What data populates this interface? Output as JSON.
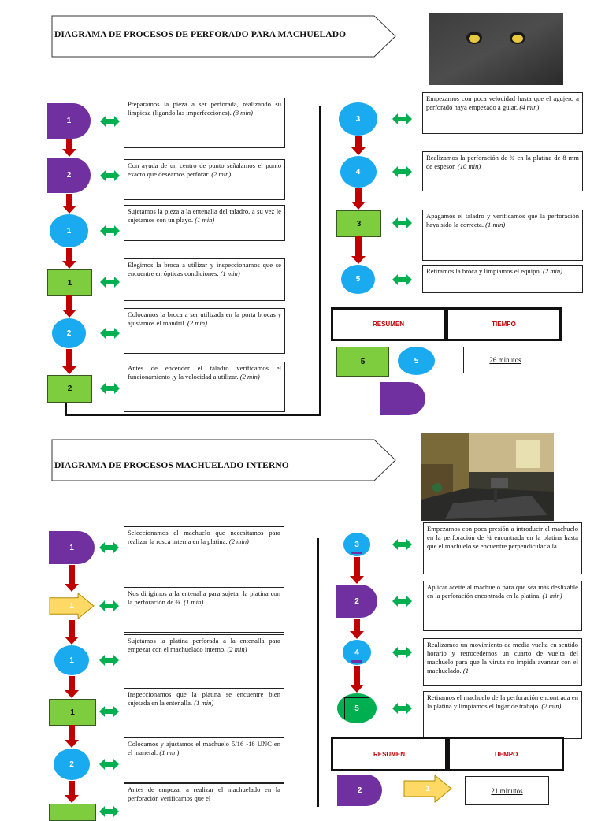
{
  "colors": {
    "delay": "#7030a0",
    "operation": "#1aaaf0",
    "inspection": "#7dcd3f",
    "transport": "#ffd966",
    "arrow_down": "#c00000",
    "arrow_double": "#00b050",
    "summary_label": "#c00000"
  },
  "section1": {
    "title": "DIAGRAMA DE PROCESOS DE PERFORADO PARA MACHUELADO",
    "left_steps": [
      {
        "symbol": "delay",
        "num": "1",
        "text": "Preparamos la pieza a ser perforada, realizando su limpieza (ligando las imperfecciones).",
        "time": "(3 min)"
      },
      {
        "symbol": "delay",
        "num": "2",
        "text": "Con ayuda de un centro de punto señalamos el punto exacto que deseamos perforar.",
        "time": "(2 min)"
      },
      {
        "symbol": "operation",
        "num": "1",
        "text": "Sujetamos la pieza a la entenalla del taladro, a su vez le sujetamos con un playo.",
        "time": "(1 min)"
      },
      {
        "symbol": "inspection",
        "num": "1",
        "text": "Elegimos la broca a utilizar y inspeccionamos que se encuentre en ópticas condiciones.",
        "time": "(1 min)"
      },
      {
        "symbol": "operation",
        "num": "2",
        "text": "Colocamos la broca a ser utilizada en la porta brocas y ajustamos el mandril.",
        "time": "(2 min)"
      },
      {
        "symbol": "inspection",
        "num": "2",
        "text": "Antes de encender el taladro verificamos el funcionamiento ,y la velocidad a utilizar.",
        "time": "(2 min)"
      }
    ],
    "right_steps": [
      {
        "symbol": "operation",
        "num": "3",
        "text": "Empezamos con poca velocidad hasta que el agujero a perforado haya empezado a guiar.",
        "time": "(4 min)"
      },
      {
        "symbol": "operation",
        "num": "4",
        "text": "Realizamos la perforación de ¾ en la platina de 8 mm de espesor.",
        "time": "(10 min)"
      },
      {
        "symbol": "inspection",
        "num": "3",
        "text": "Apagamos el taladro y verificamos que la perforación haya sido la correcta.",
        "time": "(1 min)"
      },
      {
        "symbol": "operation",
        "num": "5",
        "text": "Retiramos la broca y limpiamos el equipo.",
        "time": "(2 min)"
      }
    ],
    "summary": {
      "label_resumen": "RESUMEN",
      "label_tiempo": "TIEMPO",
      "inspection_count": "5",
      "operation_count": "5",
      "total_time": "26 minutos"
    }
  },
  "section2": {
    "title": "DIAGRAMA DE PROCESOS MACHUELADO INTERNO",
    "left_steps": [
      {
        "symbol": "delay",
        "num": "1",
        "text": "Seleccionamos el machuelo que necesitamos para realizar la rosca interna en la platina.",
        "time": "(2 min)"
      },
      {
        "symbol": "transport",
        "num": "1",
        "text": "Nos dirigimos a la entenalla para sujetar la platina con la perforación de ¾.",
        "time": "(1 min)"
      },
      {
        "symbol": "operation",
        "num": "1",
        "text": "Sujetamos la platina perforada a la entenalla para empezar con el machuelado interno.",
        "time": "(2 min)"
      },
      {
        "symbol": "inspection",
        "num": "1",
        "text": "Inspeccionamos que la platina se encuentre bien sujetada en la entenalla.",
        "time": "(1 min)"
      },
      {
        "symbol": "operation",
        "num": "2",
        "text": "Colocamos y ajustamos el machuelo 5/16 -18 UNC en el maneral.",
        "time": "(1 min)"
      },
      {
        "symbol": "inspection",
        "num": "",
        "text": "Antes de empezar a realizar el machuelado en la perforación verificamos que el",
        "time": ""
      }
    ],
    "right_steps": [
      {
        "symbol": "operation",
        "num": "3",
        "text": "Empezamos con poca presión a introducir el machuelo en la perforación de ¾ encontrada en la platina hasta que el machuelo se encuentre perpendicular a la",
        "time": ""
      },
      {
        "symbol": "delay",
        "num": "2",
        "text": "Aplicar aceite al machuelo para que sea más deslizable en la perforación encontrada en la platina.",
        "time": "(1 min)"
      },
      {
        "symbol": "operation",
        "num": "4",
        "text": "Realizamos un movimiento de media vuelta en sentido horario y retrocedemos un cuarto de vuelta del machuelo para que la viruta no impida avanzar con el machuelado.",
        "time": "(1"
      },
      {
        "symbol": "combined",
        "num": "5",
        "text": "Retiramos el machuelo de la perforación encontrada en la platina y limpiamos el lugar de trabajo.",
        "time": "(2 min)"
      }
    ],
    "summary": {
      "label_resumen": "RESUMEN",
      "label_tiempo": "TIEMPO",
      "delay_count": "2",
      "transport_count": "1",
      "total_time": "21 minutos"
    }
  }
}
